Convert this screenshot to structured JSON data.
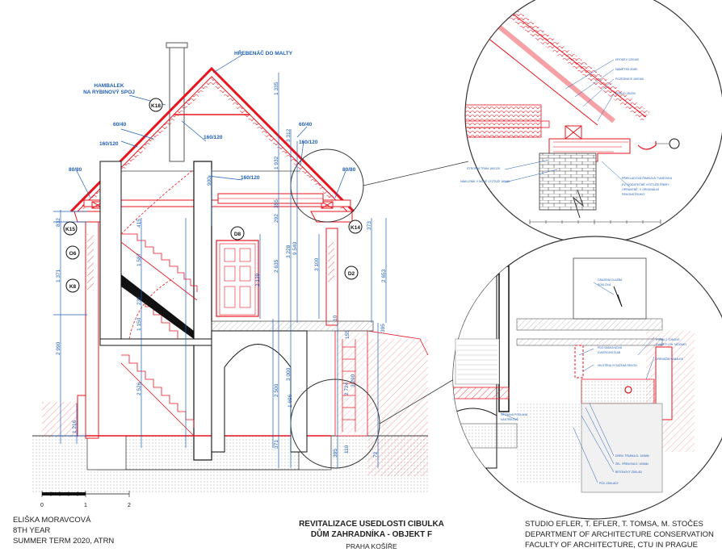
{
  "sheet": {
    "title_lines": [
      "REVITALIZACE USEDLOSTI CIBULKA",
      "DŮM ZAHRADNÍKA - OBJEKT F"
    ],
    "place": "PRAHA KOŠÍŘE",
    "author_lines": [
      "ELIŠKA MORAVCOVÁ",
      "8TH YEAR",
      "SUMMER TERM 2020, ATRN"
    ],
    "institution_lines": [
      "STUDIO EFLER, T. EFLER, T. TOMSA, M. STOČES",
      "DEPARTMENT OF ARCHITECTURE CONSERVATION",
      "FACULTY OF ARCHITECTURE, CTU IN PRAGUE"
    ],
    "scale_labels": [
      "0",
      "1",
      "2"
    ]
  },
  "section_labels": {
    "ridge": "HŘEBENÁČ DO MALTY",
    "collar": [
      "HAMBALEK",
      "NA RYBINOVÝ SPOJ"
    ],
    "timbers": [
      "60/40",
      "160/120",
      "160/120",
      "80/80",
      "60/40",
      "160/120",
      "160/120",
      "80/80"
    ]
  },
  "tags": [
    "K18",
    "K15",
    "O6",
    "K8",
    "D8",
    "K14",
    "D2"
  ],
  "dimensions": [
    "1 335",
    "3 312",
    "1 932",
    "900",
    "355",
    "292",
    "2 635",
    "3 228",
    "9 540",
    "832",
    "1 371",
    "2 990",
    "1 216",
    "415",
    "1 587",
    "237",
    "1 150",
    "2 526",
    "2 139",
    "3 100",
    "2 653",
    "373",
    "10",
    "155",
    "395",
    "3 000",
    "2 500",
    "1 696",
    "2 724",
    "3 290",
    "371",
    "395",
    "110",
    "72"
  ],
  "detail_top_labels": [
    "KROKEV 120/160",
    "NÁMĚTEK 60/80",
    "POZEDNICE 160/160",
    "PRAHO 25/200",
    "STROPNÍ TRÁM 160/120",
    "NÁKLIZNÍK V NOVÉ VÝZTUŽI 160/80",
    "PŘEKLADOVÁ ŘÍMSOVÁ TVAROVKA",
    "EV. DODATEČNÉ VÝZTUŽE ŘÍMSY",
    "OPRAVENÉ, V ORIGINÁLNÍ",
    "REKONSTRUKCI"
  ],
  "detail_bottom_labels": [
    "OSAZENÁ DLAŽBA",
    "SOKLOVÁ",
    "PDO SÁDKA NOVÁ",
    "DVATROJNÍ ŽLAB",
    "HN STĚNA VYTAŽENÁ REKON",
    "STĚNA Z TOMOVÉ",
    "DVACETI CIH. MOZAIKY",
    "DRENÁŽNÍ KANÁLEK",
    "VĚTRANÁ PODLAHA",
    "NÁSTŘIKOVÉ",
    "DREN. TRUBKA D. 100MM",
    "ŽEL. PŘEKOVA D. 100MM",
    "BETONOVÝ ZÁKLAD",
    "PŮV. ZÁKLADY"
  ],
  "colors": {
    "red": "#e8141e",
    "blue": "#1f5fb8",
    "black": "#1a1a1a",
    "ground": "#d9d9d9",
    "pink": "#f4c0c0"
  }
}
